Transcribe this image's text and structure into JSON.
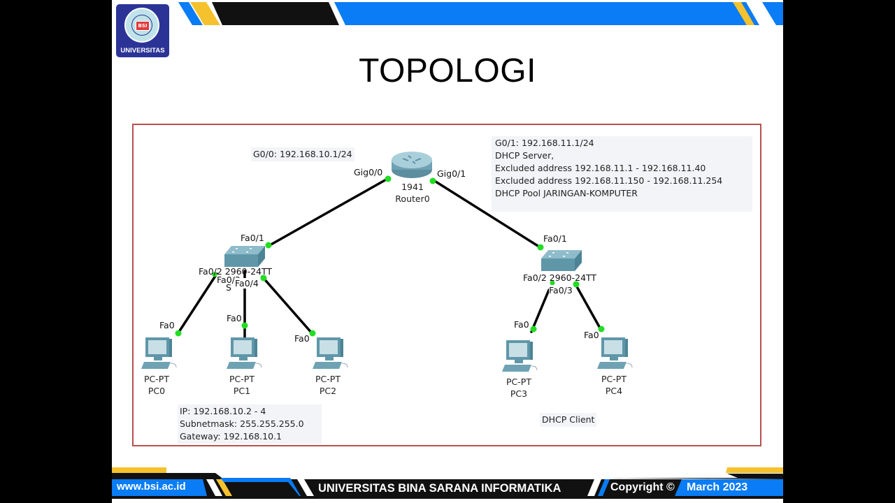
{
  "slide": {
    "logo": {
      "line1": "BINA SARANA",
      "mark": "BSI",
      "line2": "INFORMATIKA",
      "label": "UNIVERSITAS"
    },
    "title": "TOPOLOGI",
    "colors": {
      "blue": "#0a7cf5",
      "yellow": "#f5c22d",
      "black": "#111111",
      "frame": "#b85050",
      "link_dot": "#22dd22"
    }
  },
  "diagram": {
    "router": {
      "model": "1941",
      "name": "Router0",
      "ports": [
        "Gig0/0",
        "Gig0/1"
      ]
    },
    "notes": {
      "g00": "G0/0: 192.168.10.1/24",
      "g01": [
        "G0/1: 192.168.11.1/24",
        "DHCP Server,",
        "Excluded address 192.168.11.1 - 192.168.11.40",
        "Excluded address 192.168.11.150 - 192.168.11.254",
        "DHCP Pool JARINGAN-KOMPUTER"
      ],
      "lan1": [
        "IP: 192.168.10.2 - 4",
        "Subnetmask: 255.255.255.0",
        "Gateway: 192.168.10.1"
      ],
      "lan2": "DHCP Client"
    },
    "switch_left": {
      "uplink": "Fa0/1",
      "label_overlap": "Fa0/2 2960-24TT",
      "ports": [
        "Fa0/3",
        "Fa0/4"
      ],
      "name_fragment": "S"
    },
    "switch_right": {
      "uplink": "Fa0/1",
      "label_overlap": "Fa0/2 2960-24TT",
      "ports": [
        "Fa0/3"
      ]
    },
    "pcs": [
      {
        "type": "PC-PT",
        "name": "PC0",
        "port": "Fa0"
      },
      {
        "type": "PC-PT",
        "name": "PC1",
        "port": "Fa0"
      },
      {
        "type": "PC-PT",
        "name": "PC2",
        "port": "Fa0"
      },
      {
        "type": "PC-PT",
        "name": "PC3",
        "port": "Fa0"
      },
      {
        "type": "PC-PT",
        "name": "PC4",
        "port": "Fa0"
      }
    ]
  },
  "footer": {
    "website": "www.bsi.ac.id",
    "university": "UNIVERSITAS BINA SARANA INFORMATIKA",
    "copyright": "Copyright ©",
    "date": "March 2023"
  }
}
